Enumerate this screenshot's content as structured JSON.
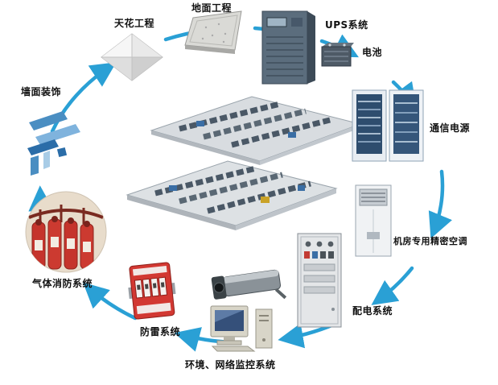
{
  "nodes": [
    {
      "id": "ceiling",
      "label": "天花工程"
    },
    {
      "id": "floor",
      "label": "地面工程"
    },
    {
      "id": "ups",
      "label": "UPS系统"
    },
    {
      "id": "battery",
      "label": "电池"
    },
    {
      "id": "comm-power",
      "label": "通信电源"
    },
    {
      "id": "precision-ac",
      "label": "机房专用精密空调"
    },
    {
      "id": "power-distribution",
      "label": "配电系统"
    },
    {
      "id": "monitoring",
      "label": "环境、网络监控系统"
    },
    {
      "id": "lightning",
      "label": "防雷系统"
    },
    {
      "id": "gas-fire",
      "label": "气体消防系统"
    },
    {
      "id": "wall-decoration",
      "label": "墙面装饰"
    }
  ],
  "colors": {
    "arrow": "#2aa0d5",
    "label_text": "#111111",
    "fire_red": "#c5342c",
    "lightning_red": "#d23832",
    "wall_blue": "#4a8ec2",
    "cabinet_dark": "#5b6d7d"
  }
}
